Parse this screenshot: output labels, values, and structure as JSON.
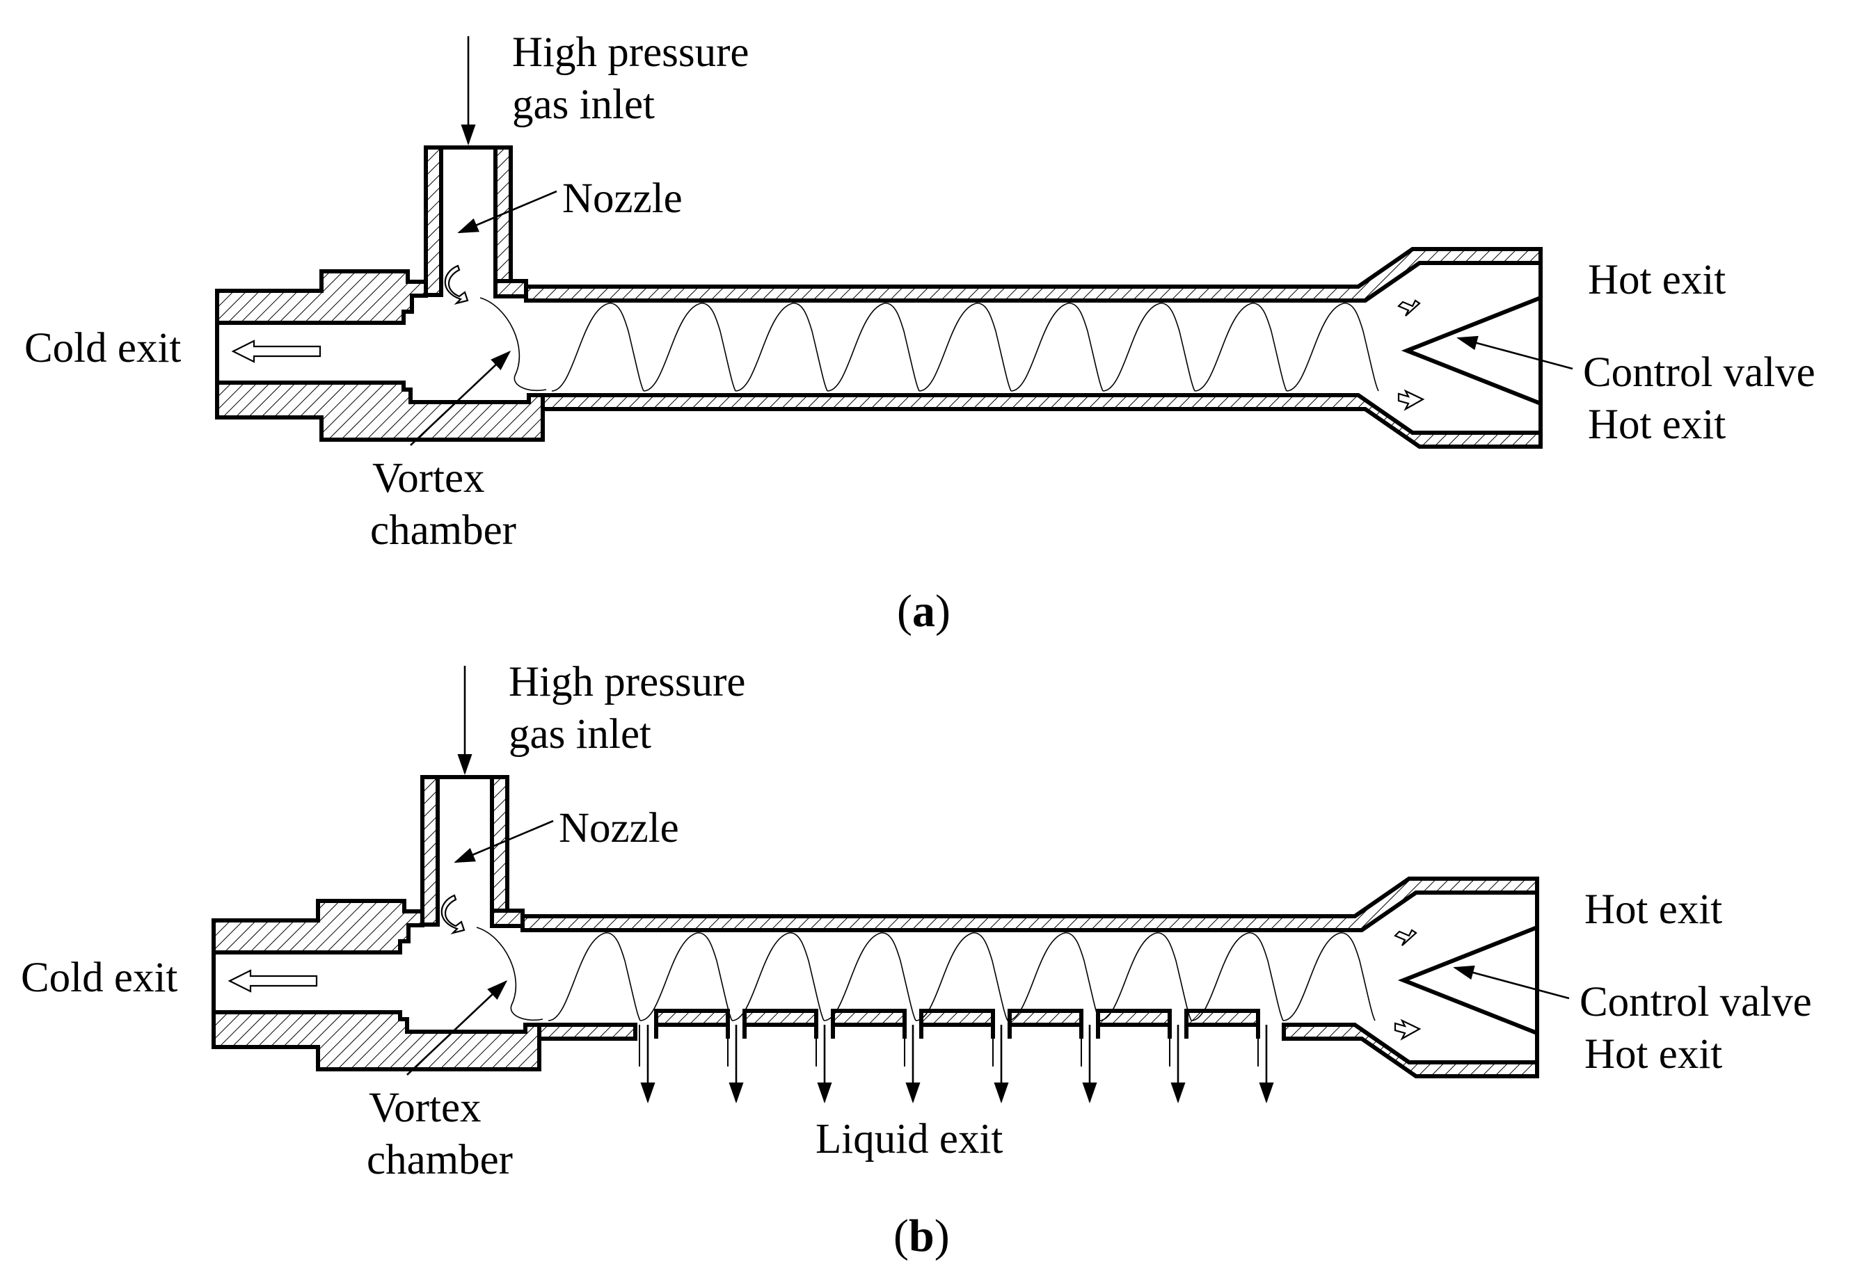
{
  "panels": [
    {
      "id": "a",
      "caption": {
        "open": "(",
        "letter": "a",
        "close": ")"
      },
      "labels": {
        "inlet_line1": "High pressure",
        "inlet_line2": "gas inlet",
        "nozzle": "Nozzle",
        "cold_exit": "Cold exit",
        "vortex_line1": "Vortex",
        "vortex_line2": "chamber",
        "hot_exit_top": "Hot exit",
        "control_valve": "Control valve",
        "hot_exit_bottom": "Hot exit"
      }
    },
    {
      "id": "b",
      "caption": {
        "open": "(",
        "letter": "b",
        "close": ")"
      },
      "labels": {
        "inlet_line1": "High pressure",
        "inlet_line2": "gas inlet",
        "nozzle": "Nozzle",
        "cold_exit": "Cold exit",
        "vortex_line1": "Vortex",
        "vortex_line2": "chamber",
        "hot_exit_top": "Hot exit",
        "control_valve": "Control valve",
        "hot_exit_bottom": "Hot exit",
        "liquid_exit": "Liquid exit"
      }
    }
  ],
  "colors": {
    "ink": "#000000",
    "paper": "#ffffff"
  }
}
